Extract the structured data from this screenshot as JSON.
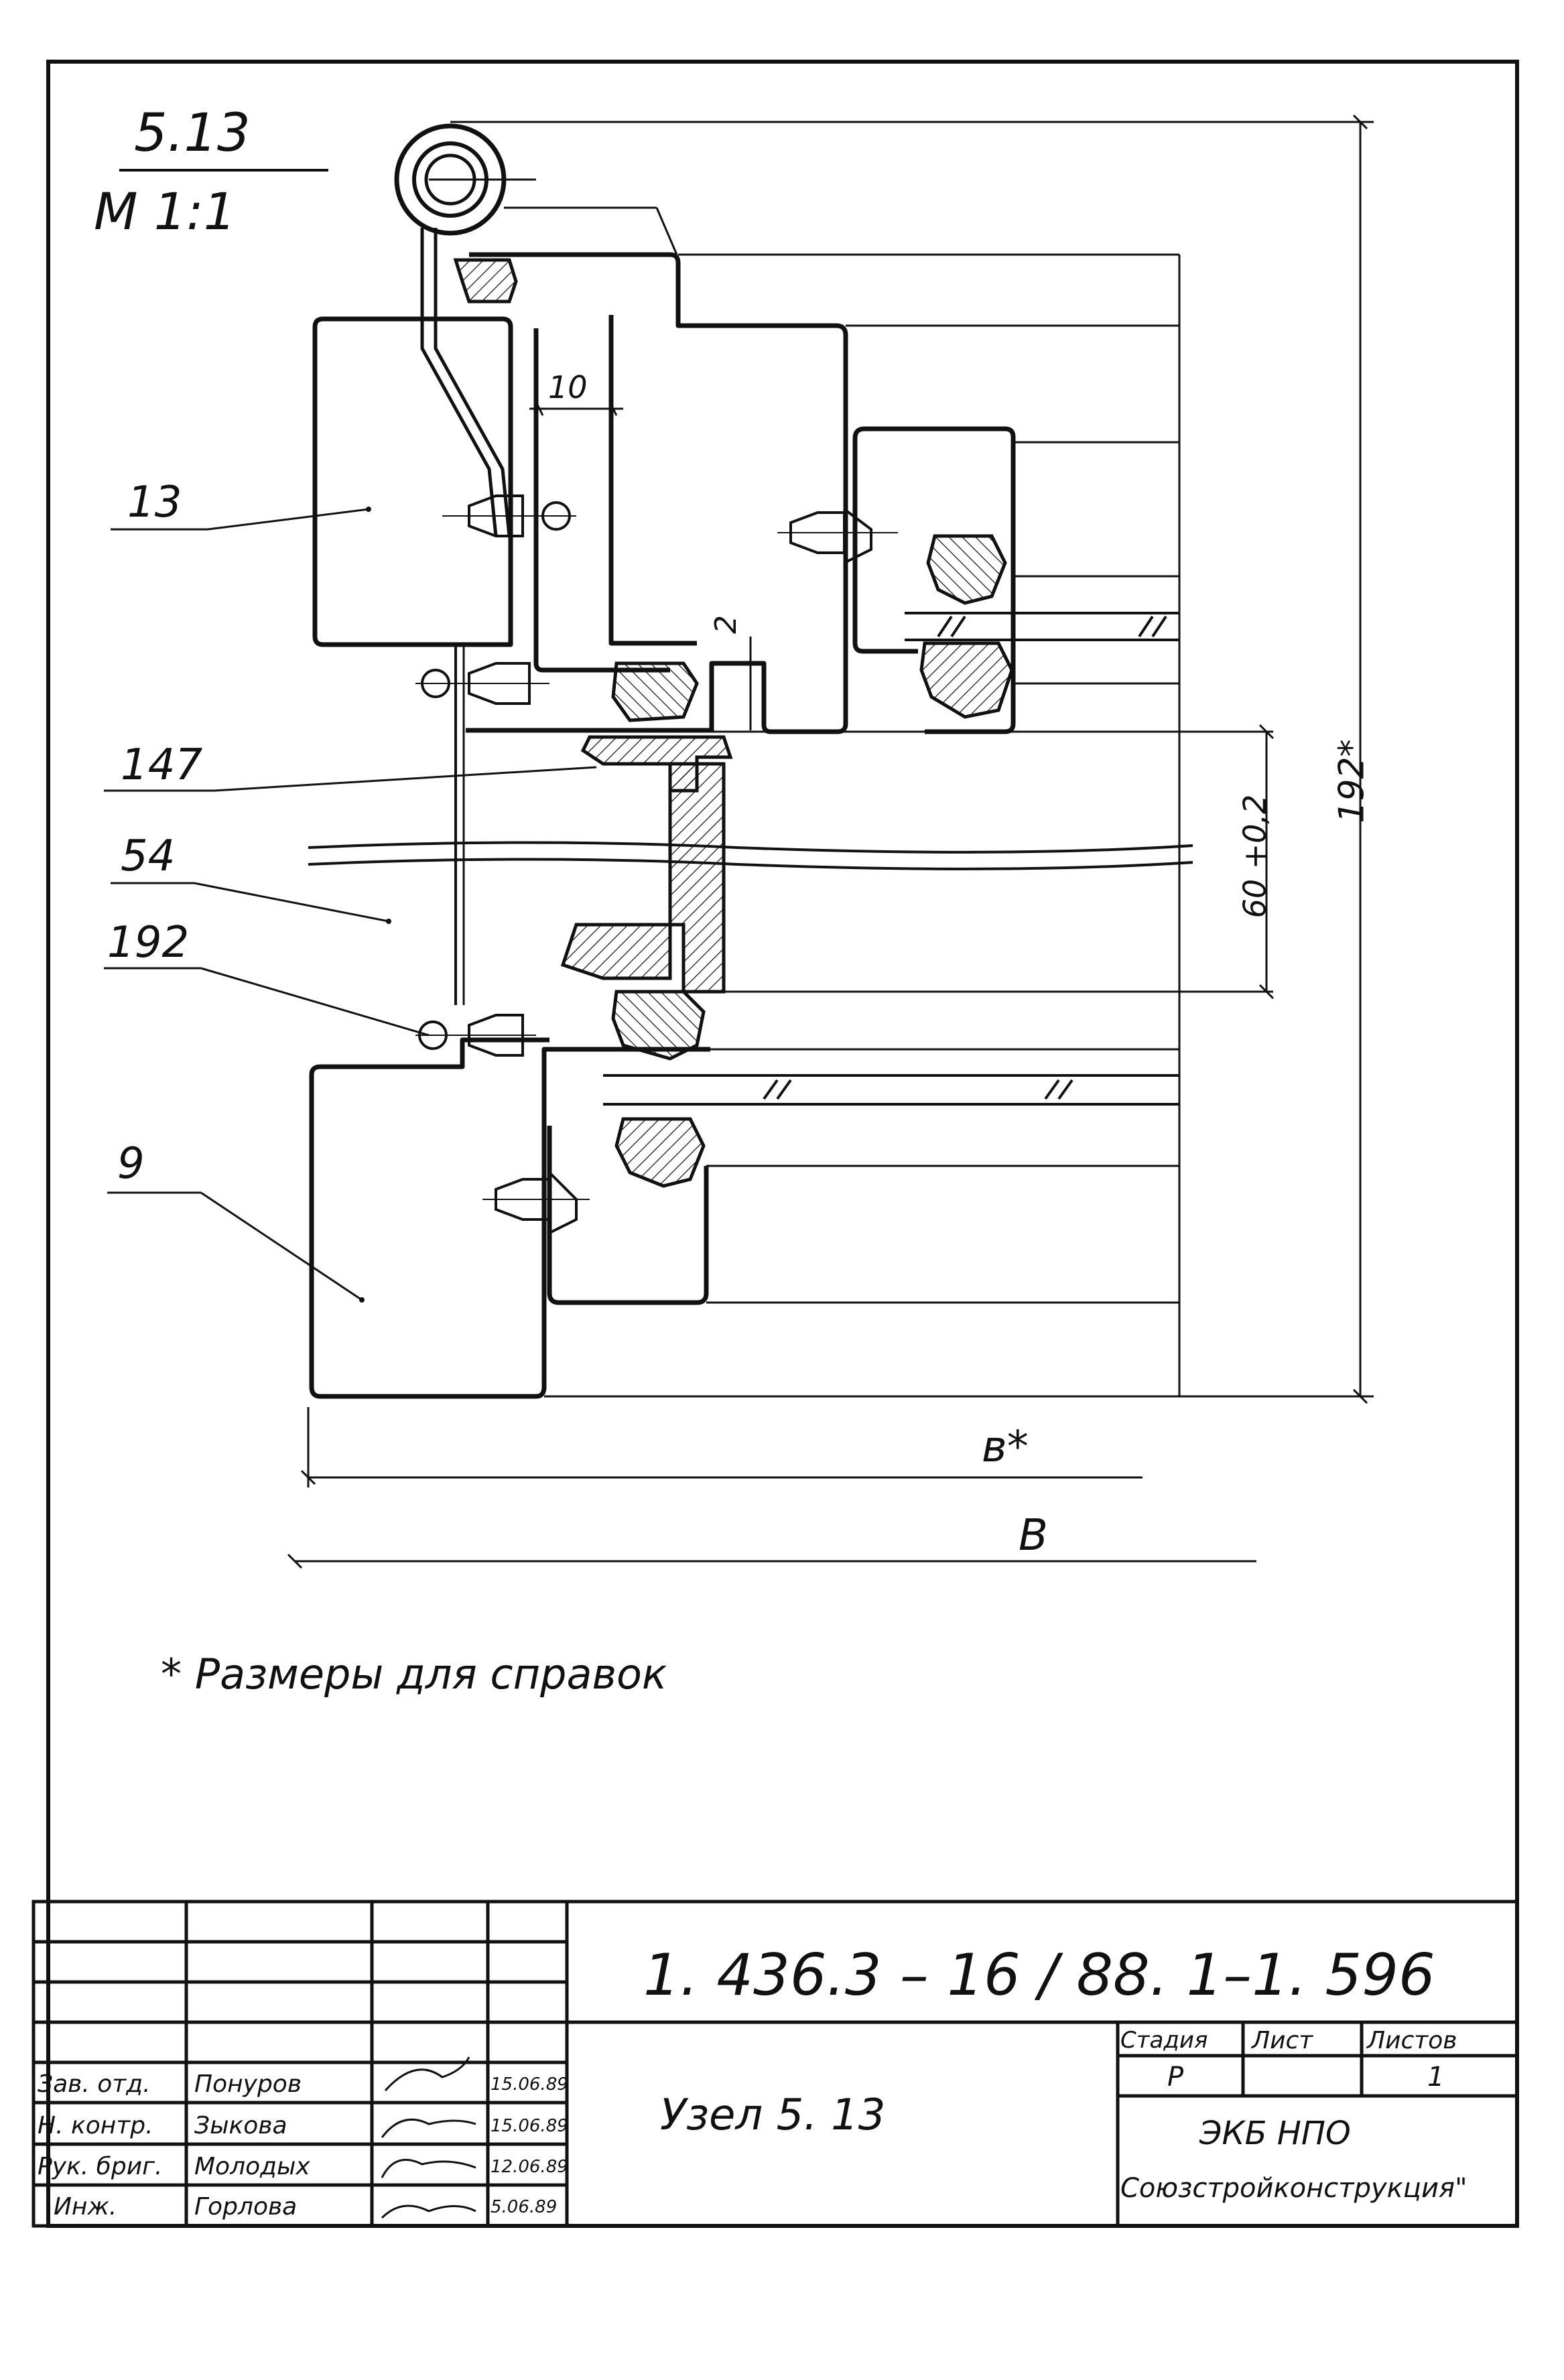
{
  "drawing": {
    "node_ref": "5.13",
    "scale": "М 1:1",
    "callouts": {
      "c13": "13",
      "c147": "147",
      "c54": "54",
      "c192": "192",
      "c9": "9"
    },
    "dims": {
      "d10": "10",
      "d2": "2",
      "d60": "60 +0,2",
      "d192": "192*",
      "db_small": "в*",
      "dB": "В"
    },
    "note": "* Размеры для справок"
  },
  "title_block": {
    "doc_code": "1. 436.3 – 16 / 88. 1–1. 596",
    "node_name": "Узел 5. 13",
    "headers": {
      "stage": "Стадия",
      "sheet": "Лист",
      "sheets": "Листов"
    },
    "values": {
      "stage": "Р",
      "sheet": "",
      "sheets": "1"
    },
    "org_line1": "ЭКБ НПО",
    "org_line2": "Союзстройконструкция\"",
    "signers": [
      {
        "role": "Зав. отд.",
        "name": "Понуров",
        "date": "15.06.89"
      },
      {
        "role": "Н. контр.",
        "name": "Зыкова",
        "date": "15.06.89"
      },
      {
        "role": "Рук. бриг.",
        "name": "Молодых",
        "date": "12.06.89"
      },
      {
        "role": "Инж.",
        "name": "Горлова",
        "date": "5.06.89"
      }
    ]
  }
}
